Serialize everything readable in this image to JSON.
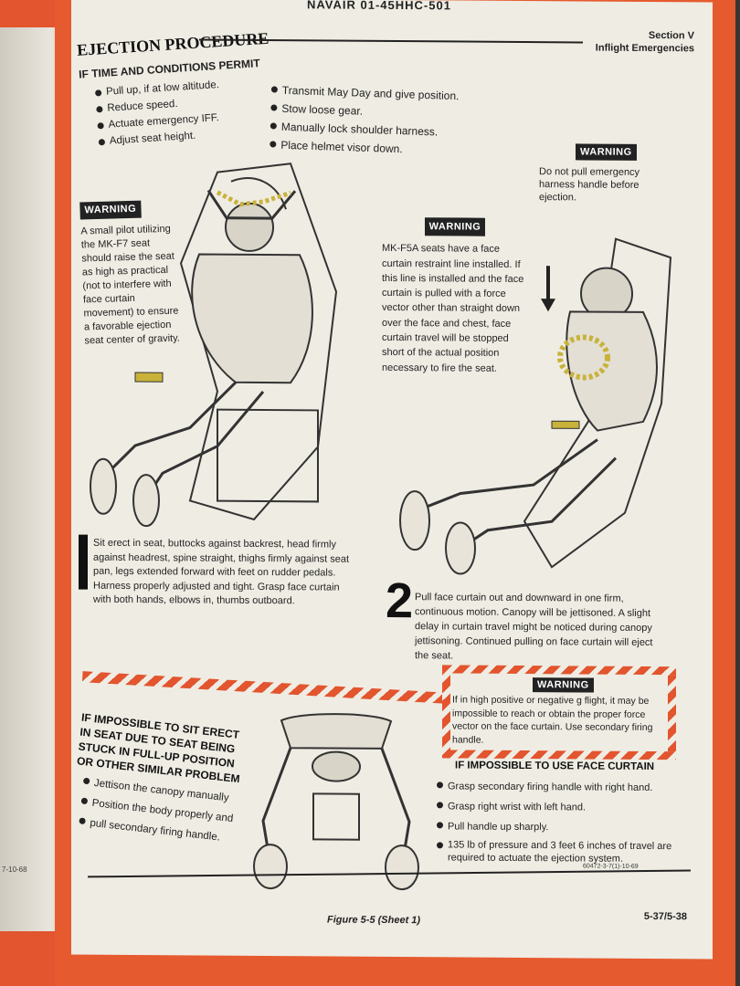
{
  "header": {
    "doc_id": "NAVAIR 01-45HHC-501",
    "section": "Section V",
    "subsection": "Inflight Emergencies"
  },
  "title": "EJECTION PROCEDURE",
  "conditions_heading": "IF TIME AND CONDITIONS PERMIT",
  "pre_steps_left": [
    "Pull up, if at low altitude.",
    "Reduce speed.",
    "Actuate emergency IFF.",
    "Adjust seat height."
  ],
  "pre_steps_right": [
    "Transmit May Day and give position.",
    "Stow loose gear.",
    "Manually lock shoulder harness.",
    "Place helmet visor down."
  ],
  "warnings": {
    "label": "WARNING",
    "small_pilot": "A small pilot utilizing the MK-F7 seat should raise the seat as high as practical (not to interfere with face curtain movement) to ensure a favorable ejection seat center of gravity.",
    "mk_f5a": "MK-F5A seats have a face curtain restraint line installed. If this line is installed and the face curtain is pulled with a force vector other than straight down over the face and chest, face curtain travel will be stopped short of the actual position necessary to fire the seat.",
    "harness": "Do not pull emergency harness handle before ejection.",
    "high_g": "If in high positive or negative g flight, it may be impossible to reach or obtain the proper force vector on the face curtain. Use secondary firing handle."
  },
  "step1": {
    "number": "1",
    "text": "Sit erect in seat, buttocks against backrest, head firmly against headrest, spine straight, thighs firmly against seat pan, legs extended forward with feet on rudder pedals. Harness properly adjusted and tight. Grasp face curtain with both hands, elbows in, thumbs outboard."
  },
  "step2": {
    "number": "2",
    "text": "Pull face curtain out and downward in one firm, continuous motion. Canopy will be jettisoned. A slight delay in curtain travel might be noticed during canopy jettisoning. Continued pulling on face curtain will eject the seat."
  },
  "impossible_erect": {
    "heading": "IF IMPOSSIBLE TO SIT ERECT IN SEAT DUE TO SEAT BEING STUCK IN FULL-UP POSITION OR OTHER SIMILAR PROBLEM",
    "items": [
      "Jettison the canopy manually",
      "Position the body properly and",
      "pull secondary firing handle."
    ]
  },
  "impossible_curtain": {
    "heading": "IF IMPOSSIBLE TO USE FACE CURTAIN",
    "items": [
      "Grasp secondary firing handle with right hand.",
      "Grasp right wrist with left hand.",
      "Pull handle up sharply.",
      "135 lb of pressure and 3 feet 6 inches of travel are required to actuate the ejection system."
    ]
  },
  "figure_number": "60472-3-7(1)-10-69",
  "figure_caption": "Figure 5-5 (Sheet 1)",
  "page_number": "5-37/5-38",
  "left_page_note": "7-10-68",
  "colors": {
    "orange": "#e65a2f",
    "paper": "#efece3",
    "ink": "#222222"
  }
}
